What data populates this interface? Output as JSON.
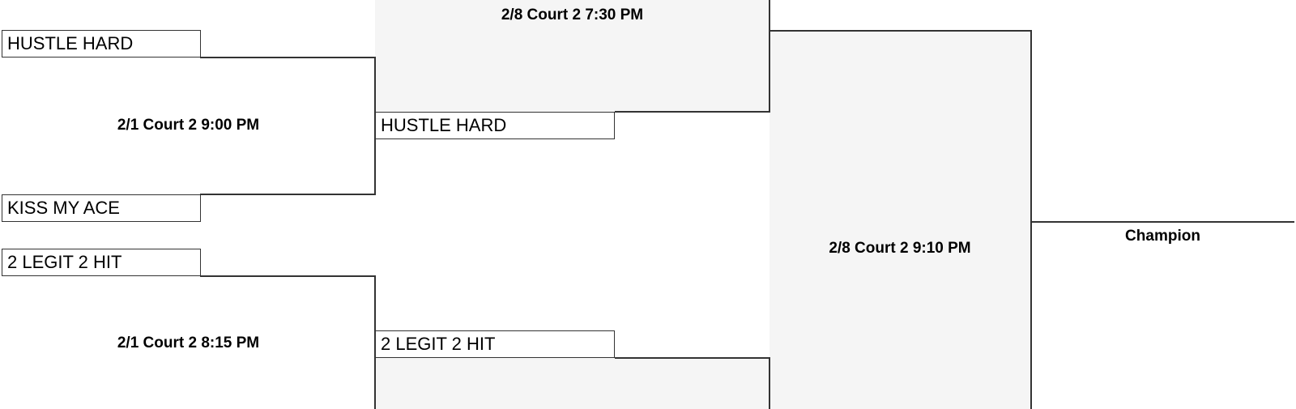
{
  "round1": {
    "match_a": {
      "label": "2/1 Court 2 9:00 PM",
      "team_top": "HUSTLE HARD",
      "team_bottom": "KISS MY ACE"
    },
    "match_b": {
      "label": "2/1 Court 2 8:15 PM",
      "team_top": "2 LEGIT 2 HIT"
    }
  },
  "round2": {
    "match_top": {
      "label": "2/8 Court 2 7:30 PM",
      "team": "HUSTLE HARD"
    },
    "match_bottom": {
      "team": "2 LEGIT 2 HIT"
    }
  },
  "final": {
    "label": "2/8 Court 2 9:10 PM"
  },
  "champion": {
    "label": "Champion"
  },
  "colors": {
    "line": "#333333",
    "shade": "#f5f5f5"
  }
}
